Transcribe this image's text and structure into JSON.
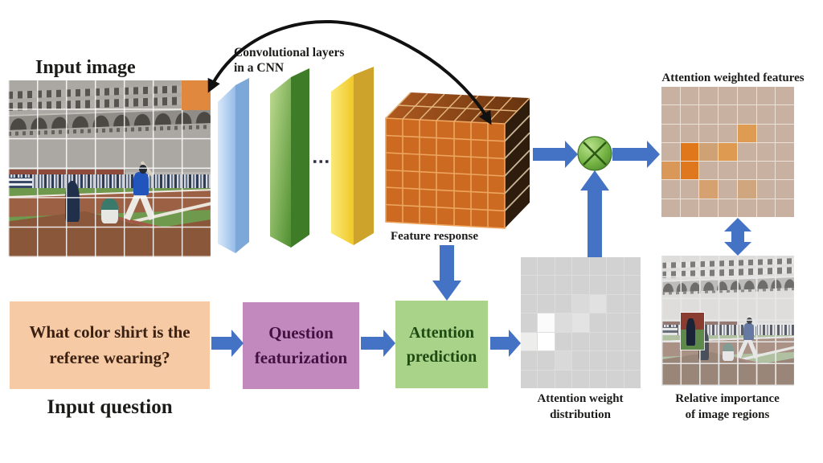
{
  "labels": {
    "input_image": "Input image",
    "cnn_line1": "Convolutional layers",
    "cnn_line2": "in a CNN",
    "feature_response": "Feature response",
    "attention_weighted_features": "Attention weighted features",
    "question_line1": "What color shirt is the",
    "question_line2": "referee wearing?",
    "input_question": "Input question",
    "question_featurization_line1": "Question",
    "question_featurization_line2": "featurization",
    "attention_prediction_line1": "Attention",
    "attention_prediction_line2": "prediction",
    "attention_weight_line1": "Attention weight",
    "attention_weight_line2": "distribution",
    "relative_importance_line1": "Relative importance",
    "relative_importance_line2": "of image regions"
  },
  "colors": {
    "arrow": "#4472c4",
    "peach_box": "#f6caa4",
    "question_text": "#3a2113",
    "purple_box": "#c289be",
    "purple_text": "#431241",
    "green_box": "#a9d389",
    "green_text": "#1c4a12",
    "label_text": "#1b1b19",
    "cube_orange": "#cb6a20",
    "multiply_green": "#6fae3e",
    "slab_blue": "#a9c9ee",
    "slab_green": "#78b14e",
    "slab_yellow": "#f6d73b"
  },
  "grids": {
    "weighted_features": {
      "rows": 7,
      "cols": 7,
      "base": "#c9b1a1",
      "line": "#ece1d6",
      "highlights": [
        [
          2,
          4,
          "#de9b52"
        ],
        [
          3,
          1,
          "#e1771b"
        ],
        [
          3,
          2,
          "#cfa276"
        ],
        [
          3,
          3,
          "#de9a50"
        ],
        [
          4,
          0,
          "#d99858"
        ],
        [
          4,
          1,
          "#de771d"
        ],
        [
          5,
          2,
          "#d5a171"
        ],
        [
          5,
          4,
          "#cfa67e"
        ]
      ]
    },
    "weight_distribution": {
      "rows": 7,
      "cols": 7,
      "base": "#d2d2d2",
      "line": "#dddddd",
      "highlights": [
        [
          2,
          3,
          "#dadada"
        ],
        [
          2,
          4,
          "#e1e1e1"
        ],
        [
          3,
          1,
          "#fbfbfb"
        ],
        [
          3,
          2,
          "#dcdcdc"
        ],
        [
          3,
          3,
          "#e3e3e3"
        ],
        [
          4,
          0,
          "#ededeb"
        ],
        [
          4,
          1,
          "#ffffff"
        ],
        [
          5,
          2,
          "#d9d9d9"
        ]
      ]
    }
  }
}
